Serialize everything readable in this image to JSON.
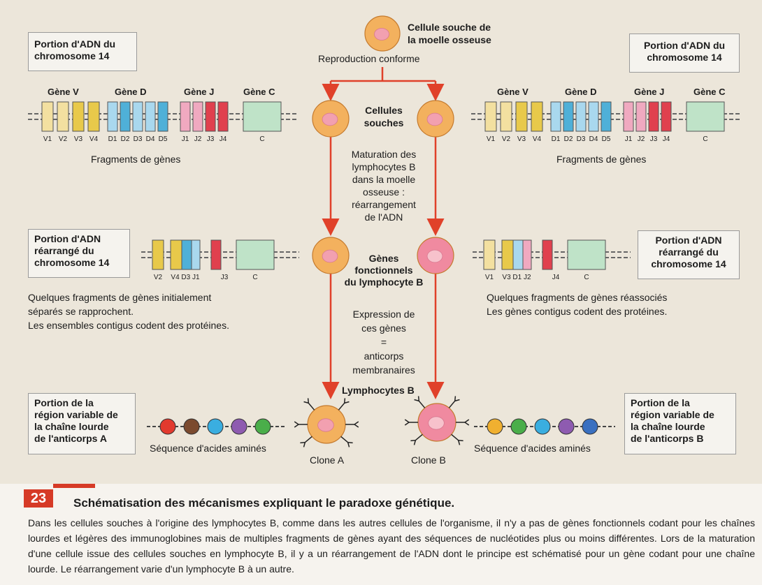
{
  "top_cell": {
    "label_line1": "Cellule souche de",
    "label_line2": "la moelle osseuse"
  },
  "reproduction_label": "Reproduction conforme",
  "stem_cells_label_1": "Cellules",
  "stem_cells_label_2": "souches",
  "maturation_text": [
    "Maturation des",
    "lymphocytes B",
    "dans la moelle",
    "osseuse :",
    "réarrangement",
    "de l'ADN"
  ],
  "functional_genes_label": [
    "Gènes",
    "fonctionnels",
    "du lymphocyte B"
  ],
  "expression_text": [
    "Expression de",
    "ces gènes",
    "=",
    "anticorps",
    "membranaires"
  ],
  "lymphocytes_label": "Lymphocytes B",
  "left": {
    "box_top": [
      "Portion d'ADN du",
      "chromosome 14"
    ],
    "gene_names": [
      "Gène V",
      "Gène D",
      "Gène J",
      "Gène C"
    ],
    "segment_labels": [
      "V1",
      "V2",
      "V3",
      "V4",
      "D1",
      "D2",
      "D3",
      "D4",
      "D5",
      "J1",
      "J2",
      "J3",
      "J4",
      "C"
    ],
    "fragments_label": "Fragments de gènes",
    "box_mid": [
      "Portion d'ADN",
      "réarrangé du",
      "chromosome 14"
    ],
    "rearranged_labels": [
      "V2",
      "V4 D3 J1",
      "J3",
      "C"
    ],
    "note": [
      "Quelques fragments de gènes initialement",
      "séparés se rapprochent.",
      "Les ensembles contigus codent des protéines."
    ],
    "box_bottom": [
      "Portion de la",
      "région variable de",
      "la chaîne lourde",
      "de l'anticorps A"
    ],
    "sequence_label": "Séquence d'acides aminés",
    "clone_label": "Clone A"
  },
  "right": {
    "box_top": [
      "Portion d'ADN du",
      "chromosome 14"
    ],
    "gene_names": [
      "Gène V",
      "Gène D",
      "Gène J",
      "Gène C"
    ],
    "segment_labels": [
      "V1",
      "V2",
      "V3",
      "V4",
      "D1",
      "D2",
      "D3",
      "D4",
      "D5",
      "J1",
      "J2",
      "J3",
      "J4",
      "C"
    ],
    "fragments_label": "Fragments de gènes",
    "box_mid": [
      "Portion d'ADN",
      "réarrangé du",
      "chromosome 14"
    ],
    "rearranged_labels": [
      "V1",
      "V3 D1 J2",
      "J4",
      "C"
    ],
    "note": [
      "Quelques fragments de gènes réassociés",
      "Les gènes contigus codent des protéines."
    ],
    "box_bottom": [
      "Portion de la",
      "région variable de",
      "la chaîne lourde",
      "de l'anticorps B"
    ],
    "sequence_label": "Séquence d'acides aminés",
    "clone_label": "Clone B"
  },
  "caption": {
    "number": "23",
    "title": "Schématisation des mécanismes expliquant le paradoxe génétique.",
    "text": "Dans les cellules souches à l'origine des lymphocytes B, comme dans les autres cellules de l'organisme, il n'y a pas de gènes fonctionnels codant pour les chaînes lourdes et légères des immunoglobines mais de multiples fragments de gènes ayant des séquences de nucléotides plus ou moins différentes. Lors de la maturation d'une cellule issue des cellules souches en lymphocyte B, il y a un réarrangement de l'ADN dont le principe est schématisé pour un gène codant pour une chaîne lourde. Le réarrangement varie d'un lymphocyte B à un autre."
  },
  "colors": {
    "gene_v": "#e8c94a",
    "gene_v_light": "#f3e0a0",
    "gene_d": "#4fb0d8",
    "gene_d_light": "#a9d8ee",
    "gene_j": "#e0404e",
    "gene_j_light": "#f0a9c0",
    "gene_c": "#bfe3c8",
    "arrow": "#e0412a",
    "cell": "#f3b15e",
    "nucleus": "#f2a0b0",
    "aa_left": [
      "#e23a2e",
      "#7b4a2e",
      "#3aaee0",
      "#8e5bb0",
      "#4aae4a"
    ],
    "aa_right": [
      "#f0b030",
      "#4aae4a",
      "#3aaee0",
      "#8e5bb0",
      "#3a70c0"
    ]
  }
}
